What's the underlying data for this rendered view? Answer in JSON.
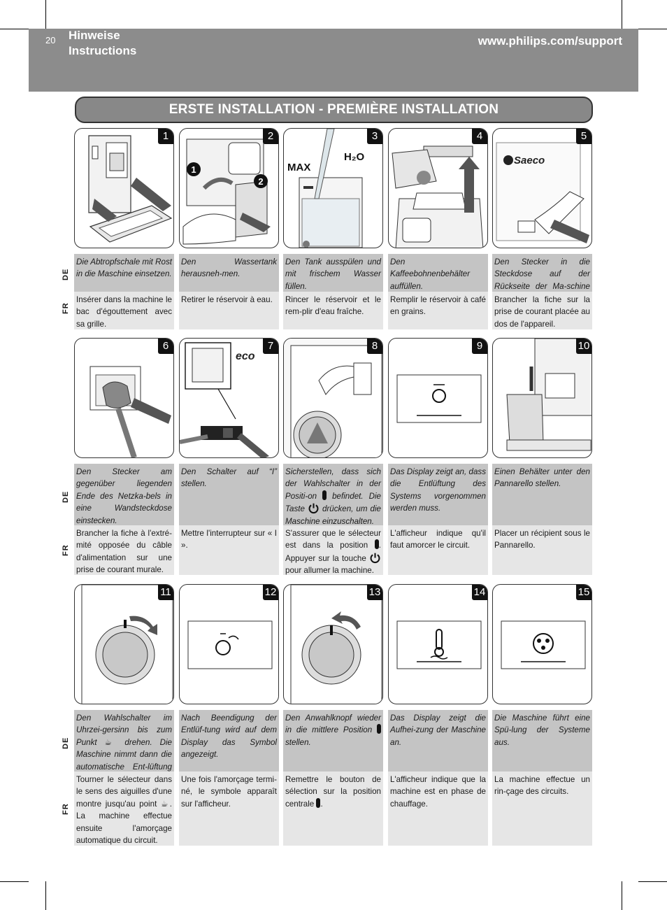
{
  "header": {
    "page_number": "20",
    "title_de": "Hinweise",
    "title_fr": "Instructions",
    "url": "www.philips.com/support"
  },
  "section_title": "ERSTE INSTALLATION - PREMIÈRE INSTALLATION",
  "lang": {
    "de": "DE",
    "fr": "FR"
  },
  "illustration_text": {
    "max": "MAX",
    "h2o": "H₂O",
    "saeco": "Saeco",
    "eco_fragment": "eco",
    "callout_1": "1",
    "callout_2": "2"
  },
  "steps": [
    {
      "num": "1",
      "de": "Die Abtropfschale mit Rost in die Maschine einsetzen.",
      "fr": "Insérer dans la machine le bac d'égouttement avec sa grille."
    },
    {
      "num": "2",
      "de": "Den Wassertank herausneh-men.",
      "fr": "Retirer le réservoir à eau."
    },
    {
      "num": "3",
      "de": "Den Tank ausspülen und mit frischem Wasser füllen.",
      "fr": "Rincer le réservoir et le rem-plir d'eau fraîche."
    },
    {
      "num": "4",
      "de": "Den Kaffeebohnenbehälter auffüllen.",
      "fr": "Remplir le réservoir à café en grains."
    },
    {
      "num": "5",
      "de": "Den Stecker in die Steckdose auf der Rückseite der Ma-schine einstecken.",
      "fr": "Brancher la fiche sur la prise de courant placée au dos de l'appareil."
    },
    {
      "num": "6",
      "de": "Den Stecker am gegenüber liegenden Ende des Netzka-bels in eine Wandsteckdose einstecken.",
      "fr": "Brancher la fiche à l'extré-mité opposée du câble d'alimentation sur une prise de courant murale."
    },
    {
      "num": "7",
      "de": "Den Schalter auf “I” stellen.",
      "fr": "Mettre l'interrupteur sur « I »."
    },
    {
      "num": "8",
      "de_a": "Sicherstellen, dass sich der Wahlschalter in der Positi-on",
      "de_b": "befindet. Die Taste",
      "de_c": "drücken, um die Maschine einzuschalten.",
      "fr_a": "S'assurer que le sélecteur est dans la position",
      "fr_b": ". Appuyer sur la touche",
      "fr_c": "pour allumer la machine."
    },
    {
      "num": "9",
      "de": "Das Display zeigt an, dass die Entlüftung des Systems vorgenommen werden muss.",
      "fr": "L'afficheur indique qu'il faut amorcer le circuit."
    },
    {
      "num": "10",
      "de": "Einen Behälter unter den Pannarello stellen.",
      "fr": "Placer un récipient sous le Pannarello."
    },
    {
      "num": "11",
      "de_a": "Den Wahlschalter im Uhrzei-gersinn bis zum Punkt",
      "de_b": "drehen. Die Maschine nimmt dann die automatische Ent-lüftung vor.",
      "fr_a": "Tourner le sélecteur dans le sens des aiguilles d'une montre jusqu'au point",
      "fr_b": ". La machine effectue ensuite l'amorçage automatique du circuit."
    },
    {
      "num": "12",
      "de": "Nach Beendigung der Entlüf-tung wird auf dem Display das Symbol angezeigt.",
      "fr": "Une fois l'amorçage termi-né, le symbole apparaît sur l'afficheur."
    },
    {
      "num": "13",
      "de_a": "Den Anwahlknopf wieder in die mittlere Position",
      "de_b": "stellen.",
      "fr_a": "Remettre le bouton de sélection sur la position centrale",
      "fr_b": "."
    },
    {
      "num": "14",
      "de": "Das Display zeigt die Aufhei-zung der Maschine an.",
      "fr": "L'afficheur indique que la machine est en phase de chauffage."
    },
    {
      "num": "15",
      "de": "Die Maschine führt eine Spü-lung der Systeme aus.",
      "fr": "La machine effectue un rin-çage des circuits."
    }
  ]
}
